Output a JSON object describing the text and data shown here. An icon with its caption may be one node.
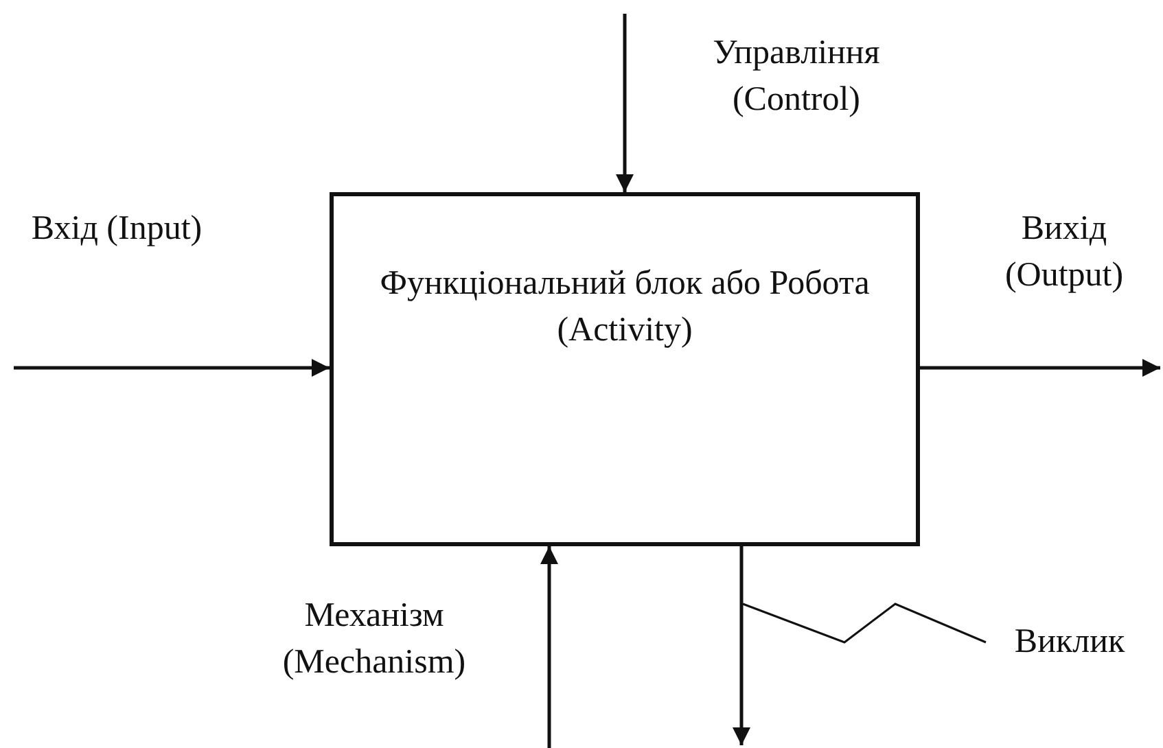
{
  "diagram": {
    "nodes": [
      {
        "text": [
          "Функціональний блок або Робота (Activity)"
        ]
      },
      {
        "text": [
          "Виклик"
        ]
      }
    ],
    "edges": [
      {
        "from": null,
        "to": 0,
        "arrow": "to",
        "label": "Вхід (Input)"
      },
      {
        "from": null,
        "to": 0,
        "arrow": "to",
        "label": "Управління (Control)"
      },
      {
        "from": 0,
        "to": null,
        "arrow": "to",
        "label": "Вихід (Output)"
      },
      {
        "from": null,
        "to": 0,
        "arrow": "to",
        "label": "Механізм (Mechanism)"
      },
      {
        "from": 0,
        "to": null,
        "arrow": "to"
      },
      {
        "from": 1,
        "to": null,
        "arrow": "none"
      }
    ]
  }
}
